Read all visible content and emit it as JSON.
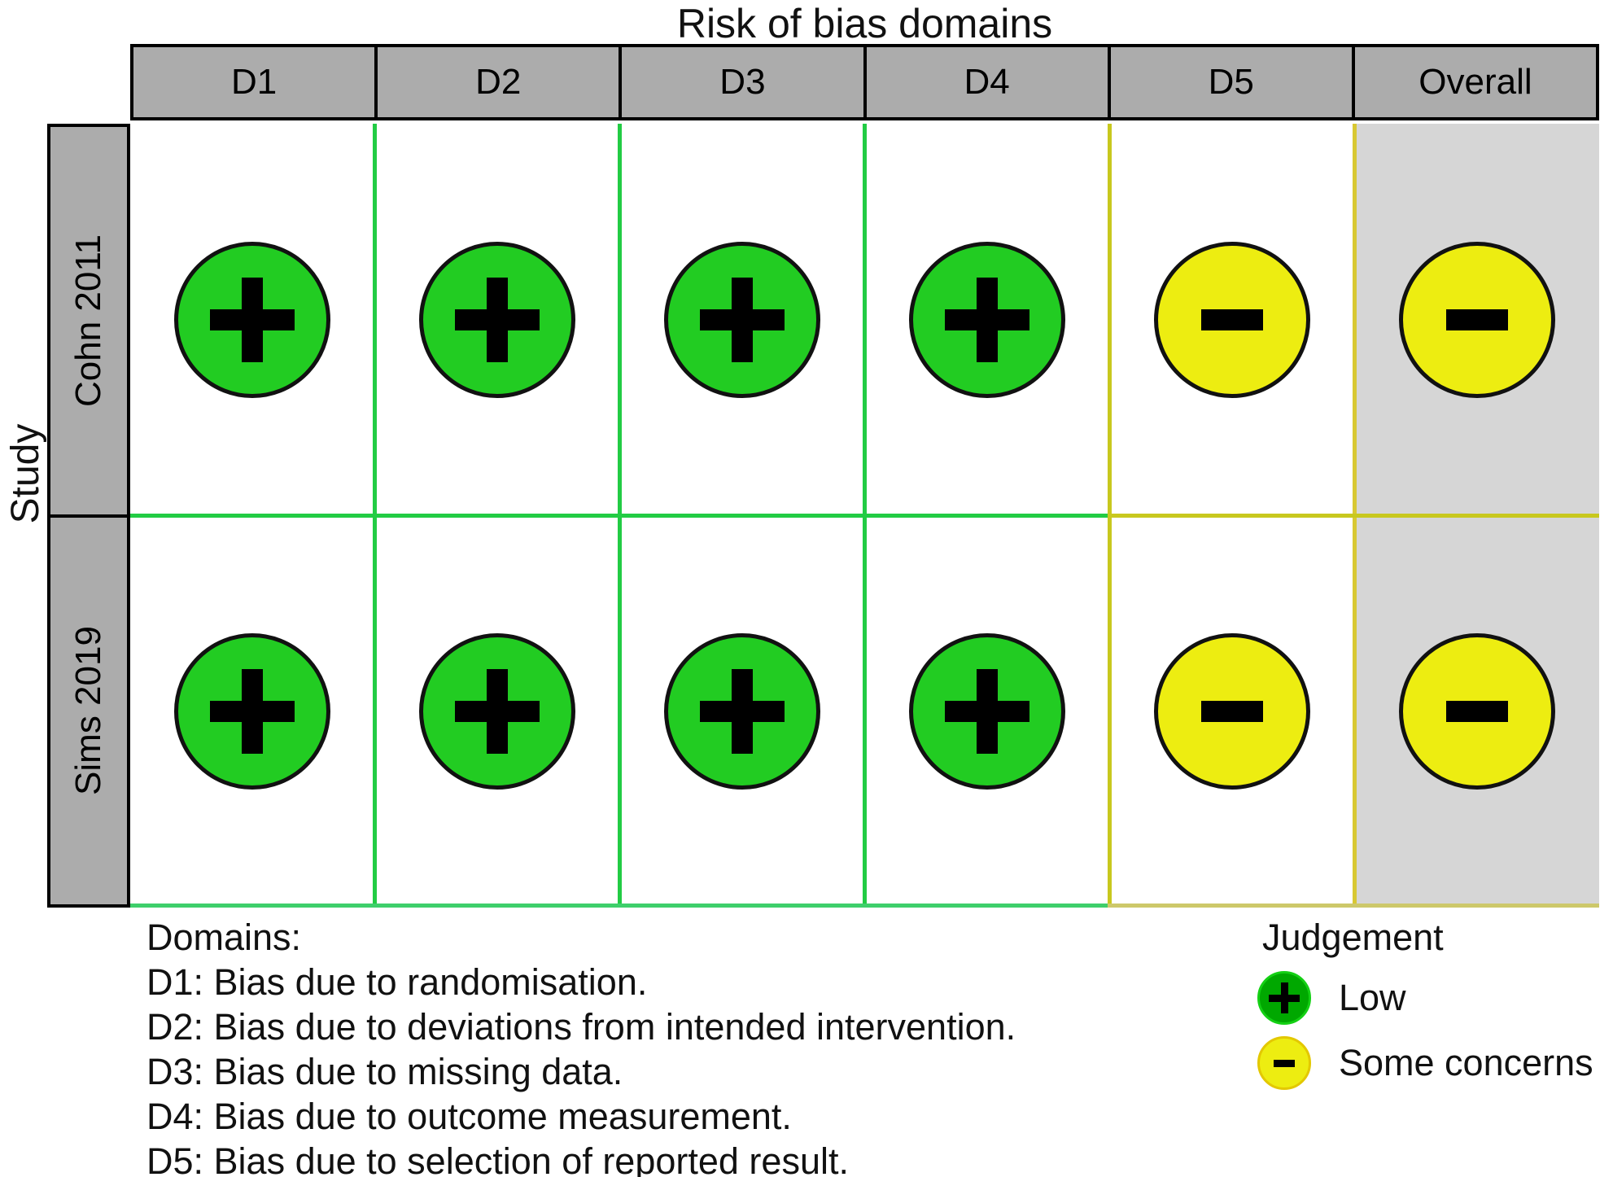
{
  "chart_data": {
    "type": "table",
    "title": "Risk of bias domains",
    "ylabel": "Study",
    "columns": [
      "D1",
      "D2",
      "D3",
      "D4",
      "D5",
      "Overall"
    ],
    "rows": [
      "Cohn 2011",
      "Sims 2019"
    ],
    "legend_position": "bottom-right",
    "judgements": {
      "Cohn 2011": [
        "Low",
        "Low",
        "Low",
        "Low",
        "Some concerns",
        "Some concerns"
      ],
      "Sims 2019": [
        "Low",
        "Low",
        "Low",
        "Low",
        "Some concerns",
        "Some concerns"
      ]
    },
    "symbols": {
      "Low": "+",
      "Some concerns": "-"
    },
    "colors": {
      "low": "#22CC22",
      "some_concerns": "#EDED11",
      "legend_low": "#00A800",
      "header_gray": "#ACACAC",
      "overall_column_gray": "#D6D6D6",
      "grid_line_low": "#22CC44",
      "grid_line_some": "#C8C81E"
    }
  },
  "title": "Risk of bias domains",
  "axis": {
    "y_title": "Study"
  },
  "header": {
    "cells": [
      {
        "label": "D1"
      },
      {
        "label": "D2"
      },
      {
        "label": "D3"
      },
      {
        "label": "D4"
      },
      {
        "label": "D5"
      },
      {
        "label": "Overall"
      }
    ]
  },
  "studies": [
    {
      "label": "Cohn 2011"
    },
    {
      "label": "Sims 2019"
    }
  ],
  "matrix": [
    {
      "study": "Cohn 2011",
      "cells": [
        {
          "domain": "D1",
          "judgement": "Low",
          "symbol": "+"
        },
        {
          "domain": "D2",
          "judgement": "Low",
          "symbol": "+"
        },
        {
          "domain": "D3",
          "judgement": "Low",
          "symbol": "+"
        },
        {
          "domain": "D4",
          "judgement": "Low",
          "symbol": "+"
        },
        {
          "domain": "D5",
          "judgement": "Some concerns",
          "symbol": "-"
        },
        {
          "domain": "Overall",
          "judgement": "Some concerns",
          "symbol": "-"
        }
      ]
    },
    {
      "study": "Sims 2019",
      "cells": [
        {
          "domain": "D1",
          "judgement": "Low",
          "symbol": "+"
        },
        {
          "domain": "D2",
          "judgement": "Low",
          "symbol": "+"
        },
        {
          "domain": "D3",
          "judgement": "Low",
          "symbol": "+"
        },
        {
          "domain": "D4",
          "judgement": "Low",
          "symbol": "+"
        },
        {
          "domain": "D5",
          "judgement": "Some concerns",
          "symbol": "-"
        },
        {
          "domain": "Overall",
          "judgement": "Some concerns",
          "symbol": "-"
        }
      ]
    }
  ],
  "footer": {
    "domains_heading": "Domains:",
    "domain_lines": [
      "D1: Bias due to randomisation.",
      "D2: Bias due to deviations from intended intervention.",
      "D3: Bias due to missing data.",
      "D4: Bias due to outcome measurement.",
      "D5: Bias due to selection of reported result."
    ],
    "legend": {
      "title": "Judgement",
      "items": [
        {
          "label": "Low",
          "symbol": "+",
          "kind": "low"
        },
        {
          "label": "Some concerns",
          "symbol": "-",
          "kind": "some"
        }
      ]
    }
  }
}
